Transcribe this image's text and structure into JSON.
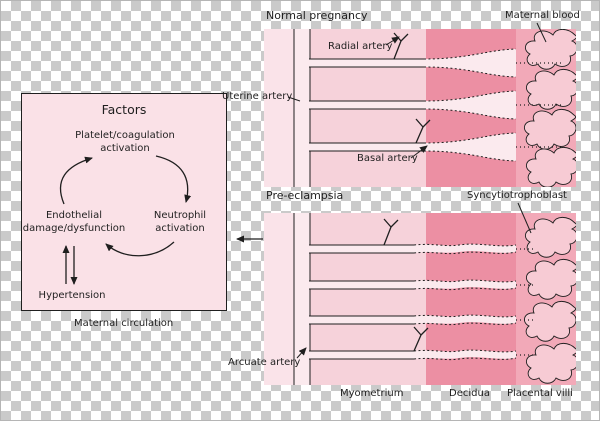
{
  "colors": {
    "ink": "#1f1f1f",
    "checker": "#cacaca",
    "tissue": "#f6d2da",
    "tissue_light": "#fae3e9",
    "decidua": "#ec8fa3",
    "villi_band": "#f2a9b8",
    "vessel": "#fbeaee",
    "villus": "#f7cbd4",
    "box_fill": "#fae1e7"
  },
  "panels": {
    "normal": {
      "title": "Normal pregnancy"
    },
    "preeclampsia": {
      "title": "Pre-eclampsia"
    }
  },
  "labels": {
    "maternal_blood": "Maternal blood",
    "radial_artery": "Radial artery",
    "uterine_artery": "Uterine artery",
    "basal_artery": "Basal artery",
    "syncytiotrophoblast": "Syncytiotrophoblast",
    "arcuate_artery": "Arcuate artery",
    "myometrium": "Myometrium",
    "decidua": "Decidua",
    "placental_villi": "Placental villi"
  },
  "factors_box": {
    "title": "Factors",
    "platelet": "Platelet/coagulation\nactivation",
    "endothelial": "Endothelial\ndamage/dysfunction",
    "neutrophil": "Neutrophil\nactivation",
    "hypertension": "Hypertension",
    "caption": "Maternal circulation"
  }
}
